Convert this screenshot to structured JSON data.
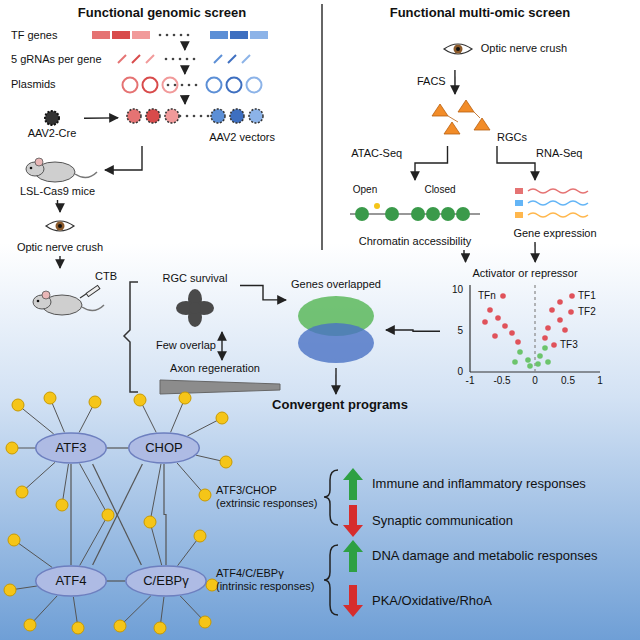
{
  "diagram": {
    "nodes": [
      {
        "text": [
          "TF genes"
        ]
      },
      {
        "text": [
          "5 gRNAs per gene"
        ]
      },
      {
        "text": [
          "Plasmids"
        ]
      },
      {
        "text": [
          "AAV2-Cre"
        ]
      },
      {
        "text": [
          "AAV2 vectors"
        ]
      },
      {
        "text": [
          "LSL-Cas9 mice"
        ]
      },
      {
        "text": [
          "Optic nerve crush"
        ]
      },
      {
        "text": [
          "CTB"
        ]
      },
      {
        "text": [
          "RGC survival"
        ]
      },
      {
        "text": [
          "Axon regeneration"
        ]
      },
      {
        "text": [
          "Genes overlapped"
        ]
      },
      {
        "text": [
          "Optic nerve crush"
        ]
      },
      {
        "text": [
          "RGCs"
        ]
      },
      {
        "text": [
          "Chromatin accessibility"
        ]
      },
      {
        "text": [
          "Gene expression"
        ]
      },
      {
        "text": [
          "Activator or repressor"
        ]
      },
      {
        "text": [
          "Convergent programs"
        ]
      },
      {
        "text": [
          "ATF3"
        ]
      },
      {
        "text": [
          "CHOP"
        ]
      },
      {
        "text": [
          "ATF4"
        ]
      },
      {
        "text": [
          "C/EBPγ"
        ]
      }
    ],
    "edges": [
      {
        "from": 0,
        "to": 1,
        "arrow": "to"
      },
      {
        "from": 1,
        "to": 2,
        "arrow": "to"
      },
      {
        "from": 2,
        "to": 4,
        "arrow": "to"
      },
      {
        "from": 3,
        "to": 4,
        "arrow": "to"
      },
      {
        "from": 4,
        "to": 5,
        "arrow": "to"
      },
      {
        "from": 5,
        "to": 6,
        "arrow": "to"
      },
      {
        "from": 6,
        "to": 7,
        "arrow": "to"
      },
      {
        "from": 8,
        "to": 9,
        "label": "Few overlap",
        "arrow": "both"
      },
      {
        "from": 8,
        "to": 10,
        "arrow": "to"
      },
      {
        "from": 11,
        "to": 12,
        "label": "FACS",
        "arrow": "to"
      },
      {
        "from": 12,
        "to": 13,
        "label": "ATAC-Seq",
        "arrow": "to"
      },
      {
        "from": 12,
        "to": 14,
        "label": "RNA-Seq",
        "arrow": "to"
      },
      {
        "from": 13,
        "to": 15,
        "arrow": "to"
      },
      {
        "from": 14,
        "to": 15,
        "arrow": "to"
      },
      {
        "from": 15,
        "to": 10,
        "arrow": "to"
      },
      {
        "from": 10,
        "to": 16,
        "arrow": "to"
      },
      {
        "from": 17,
        "to": 18,
        "arrow": "none"
      },
      {
        "from": 17,
        "to": 19,
        "arrow": "none"
      },
      {
        "from": 18,
        "to": 20,
        "arrow": "none"
      },
      {
        "from": 19,
        "to": 20,
        "arrow": "none"
      },
      {
        "from": 17,
        "to": 20,
        "arrow": "none"
      },
      {
        "from": 18,
        "to": 19,
        "arrow": "none"
      }
    ],
    "labels": [
      "Functional genomic screen",
      "Functional multi-omic screen",
      "Open",
      "Closed",
      "10",
      "5",
      "0",
      "-1",
      "-0.5",
      "0",
      "0.5",
      "1",
      "TF1",
      "TF2",
      "TF3",
      "TFn",
      "ATF3/CHOP (extrinsic responses)",
      "Immune and inflammatory responses",
      "Synaptic communication",
      "ATF4/C/EBPγ (intrinsic responses)",
      "DNA damage and metabolic responses",
      "PKA/Oxidative/RhoA"
    ]
  }
}
